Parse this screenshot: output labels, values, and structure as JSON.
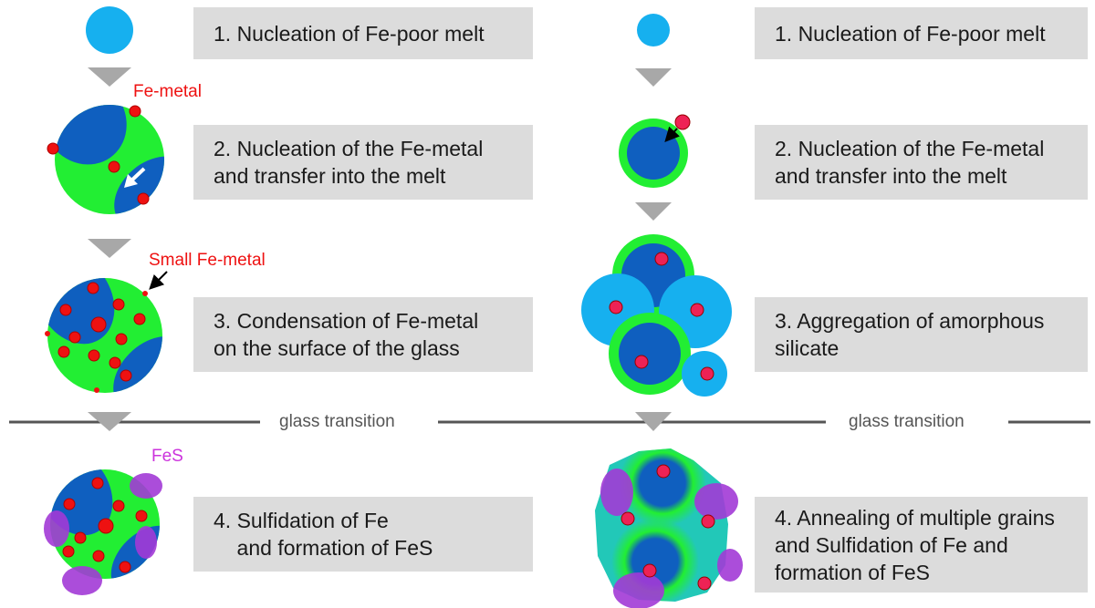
{
  "left": {
    "steps": [
      {
        "lines": [
          "1. Nucleation of Fe-poor melt"
        ]
      },
      {
        "lines": [
          "2. Nucleation of the Fe-metal",
          "and transfer into the melt"
        ]
      },
      {
        "lines": [
          "3. Condensation of Fe-metal",
          "on the surface of the glass"
        ]
      },
      {
        "lines": [
          "4. Sulfidation of Fe",
          "    and formation of FeS"
        ]
      }
    ],
    "labels": {
      "fe_metal": "Fe-metal",
      "small_fe_metal": "Small Fe-metal",
      "fes": "FeS"
    }
  },
  "right": {
    "steps": [
      {
        "lines": [
          "1. Nucleation of Fe-poor melt"
        ]
      },
      {
        "lines": [
          "2. Nucleation of the Fe-metal",
          "and transfer into the melt"
        ]
      },
      {
        "lines": [
          "3. Aggregation of amorphous",
          "silicate"
        ]
      },
      {
        "lines": [
          "4. Annealing of multiple grains",
          "and Sulfidation of Fe and",
          "formation of FeS"
        ]
      }
    ]
  },
  "divider": {
    "left_label": "glass transition",
    "right_label": "glass transition"
  },
  "colors": {
    "light_blue": "#16b0ef",
    "dark_blue": "#0f5fbf",
    "green": "#22ee33",
    "red": "#ee1111",
    "magenta": "#a23ad6",
    "arrow_gray": "#a8a8a8",
    "box_gray": "#dcdcdc"
  }
}
